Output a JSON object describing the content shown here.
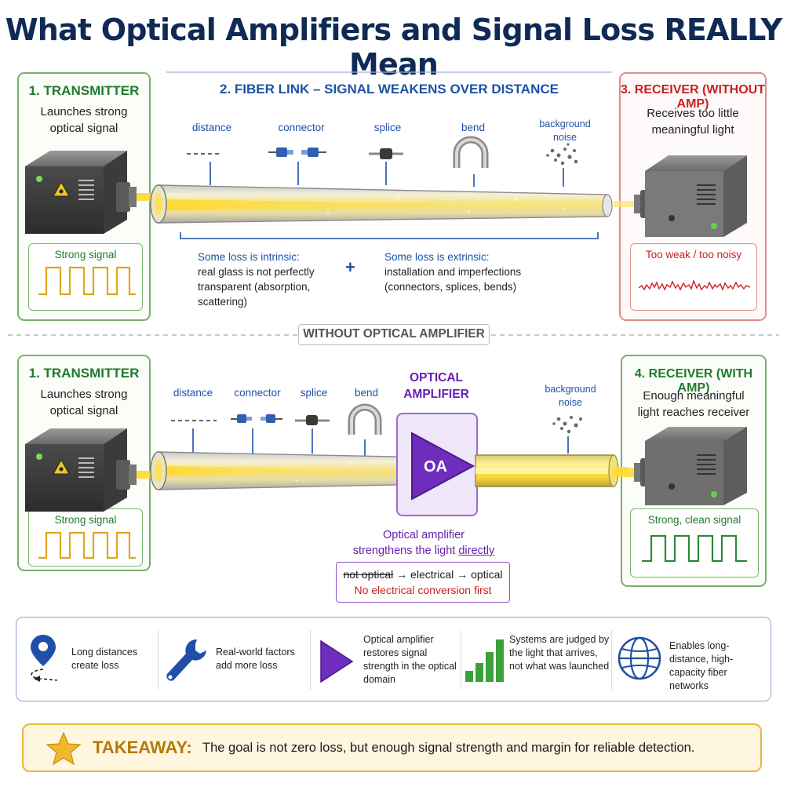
{
  "title": "What Optical Amplifiers and Signal Loss REALLY Mean",
  "top": {
    "transmitter": {
      "title": "1. TRANSMITTER",
      "subtitle": "Launches strong optical signal",
      "signal_label": "Strong signal"
    },
    "link_title": "2. FIBER LINK – SIGNAL WEAKENS OVER DISTANCE",
    "link_labels": {
      "distance": "distance",
      "connector": "connector",
      "splice": "splice",
      "bend": "bend",
      "noise": "background noise"
    },
    "receiver": {
      "title": "3. RECEIVER (WITHOUT AMP)",
      "subtitle": "Receives too little meaningful light",
      "signal_label": "Too weak / too noisy"
    },
    "intrinsic": {
      "title": "Some loss is intrinsic:",
      "body": "real glass is not perfectly transparent (absorption, scattering)"
    },
    "plus": "+",
    "extrinsic": {
      "title": "Some loss is extrinsic:",
      "body": "installation and imperfections (connectors, splices, bends)"
    }
  },
  "divider": "WITHOUT OPTICAL AMPLIFIER",
  "bottom": {
    "transmitter": {
      "title": "1. TRANSMITTER",
      "subtitle": "Launches strong optical signal",
      "signal_label": "Strong signal"
    },
    "link_labels": {
      "distance": "distance",
      "connector": "connector",
      "splice": "splice",
      "bend": "bend",
      "noise": "background noise"
    },
    "amp_title": "OPTICAL AMPLIFIER",
    "amp_symbol": "OA",
    "amp_caption_1": "Optical amplifier",
    "amp_caption_2": "strengthens the light",
    "amp_caption_3": "directly",
    "conversion": {
      "struck": "not optical",
      "rest": " → electrical → optical",
      "note": "No electrical conversion first"
    },
    "receiver": {
      "title": "4. RECEIVER (WITH AMP)",
      "subtitle": "Enough meaningful light reaches receiver",
      "signal_label": "Strong, clean signal"
    }
  },
  "summary": [
    {
      "icon": "map-pin-icon",
      "text": "Long distances create loss"
    },
    {
      "icon": "wrench-icon",
      "text": "Real-world factors add more loss"
    },
    {
      "icon": "amplifier-triangle-icon",
      "text": "Optical amplifier restores signal strength in the optical domain"
    },
    {
      "icon": "signal-bars-icon",
      "text": "Systems are judged by the light that arrives, not what was launched"
    },
    {
      "icon": "globe-icon",
      "text": "Enables long-distance, high-capacity fiber networks"
    }
  ],
  "takeaway": {
    "label": "TAKEAWAY:",
    "text": "The goal is not zero loss, but enough signal strength and margin for reliable detection."
  },
  "colors": {
    "navy": "#0f2a55",
    "green": "#1f7a2c",
    "red": "#c8211f",
    "blue": "#1c52a8",
    "purple": "#6a1fb0",
    "gold": "#e7b63c",
    "beam": "#f3d63a"
  }
}
